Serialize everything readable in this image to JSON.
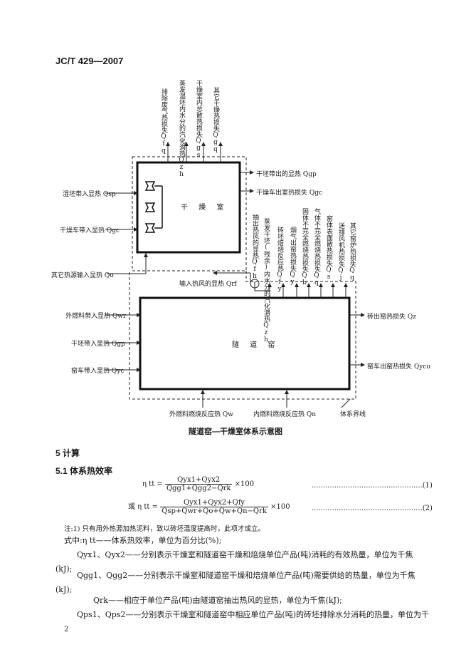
{
  "header": {
    "std": "JC/T 429—2007"
  },
  "diagram": {
    "top_losses": [
      "排除废气热损失Qfq",
      "蒸发湿坯内水分的汽化潜热Qzh",
      "干燥室内总散热损失Qgs",
      "其它干燥热损失Qgq"
    ],
    "dryer_title": "干 燥 室",
    "kiln_title": "隧 道 窑",
    "left_labels": {
      "wet_blank": "湿坯带入显热 Qsp",
      "dryer_car": "干燥车带入显热 Qgc",
      "other_source": "其它热源输入显热 Qo",
      "ext_fuel": "外燃料带入显热 Qwr",
      "dry_blank": "干坯带入显热 Qgp",
      "kiln_car": "窑车带入显热 Qyc"
    },
    "right_labels": {
      "dry_blank_out": "干坯带出的显热 Qgp",
      "dryer_car_out": "干燥车出室热损失 Qgc"
    },
    "kiln_losses": [
      "抽出热风的显热Qfh",
      "蒸发干坯(残余)内水分的汽化潜热Qzh",
      "砖坯焙烧反应热Qfy",
      "烟气出窑热损失Qy",
      "固体不完全燃烧热损失Qb",
      "气体不完全燃烧热损失Qq",
      "窑体表面散热损失Qs",
      "送排风机热损失Qj",
      "其它窑炉热损失Qq"
    ],
    "hot_air_in": "输入热风的显热 Qrf",
    "kiln_right": {
      "brick_out": "砖出窑热损失 Qz",
      "kiln_car_out": "窑车出窑热损失 Qyco"
    },
    "bottom_labels": {
      "ext_fuel_react": "外燃料燃烧反应热 Qw",
      "int_fuel_react": "内燃料燃烧反应热 Qn",
      "boundary": "体系界线"
    }
  },
  "caption": "隧道窑—干燥室体系示意图",
  "section5": "5  计算",
  "section51": "5.1  体系热效率",
  "eq1": {
    "lhs": "η tt =",
    "num": "Qyx1+Qyx2",
    "den": "Qgg1+Qgg2−Qrk",
    "tail": "×100",
    "dots": ".................................................(1)"
  },
  "eq2": {
    "lhs": "或 η tt =",
    "num": "Qyx1+Qyx2+Qfy",
    "den": "Qsp+Qwr+Qo+Qw+Qn−Qrk",
    "tail": "×100",
    "dots": ".................................................(2)"
  },
  "note": "注:1)  只有用外热源加热泥料，致以砖坯温度提高时，此项才成立。",
  "defs": [
    "式中:η tt——体系热效率，单位为百分比(%);",
    "Qyx1、Qyx2——分别表示干燥室和隧道窑干燥和焙烧单位产品(吨)消耗的有效热量，单位为千焦",
    "(kJ);",
    "Qgg1、Qgg2——分别表示干燥室和隧道窑干燥和焙烧单位产品(吨)需要供给的热量，单位为千焦",
    "(kJ);",
    "Qrk——相应于单位产品(吨)由隧道窑抽出热风的显热，单位为千焦(kJ);",
    "Qps1、Qps2——分别表示干燥室和隧道窑中相应单位产品(吨)的砖坯排除水分消耗的热量，单位为千"
  ],
  "page_number": "2"
}
